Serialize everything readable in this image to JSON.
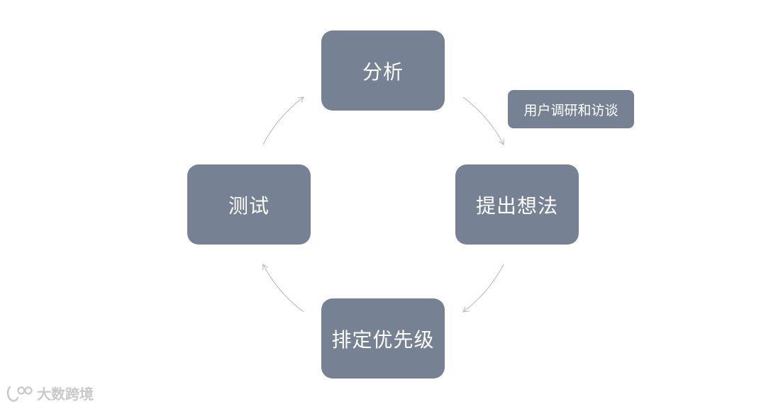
{
  "nodes": {
    "analyze": "分析",
    "ideas": "提出想法",
    "priority": "排定优先级",
    "test": "测试"
  },
  "callout": "用户调研和访谈",
  "watermark": "大数跨境",
  "colors": {
    "node_fill": "#768193",
    "node_text": "#ffffff",
    "arrow": "#b5b5b5",
    "watermark": "#c9c9c9"
  }
}
